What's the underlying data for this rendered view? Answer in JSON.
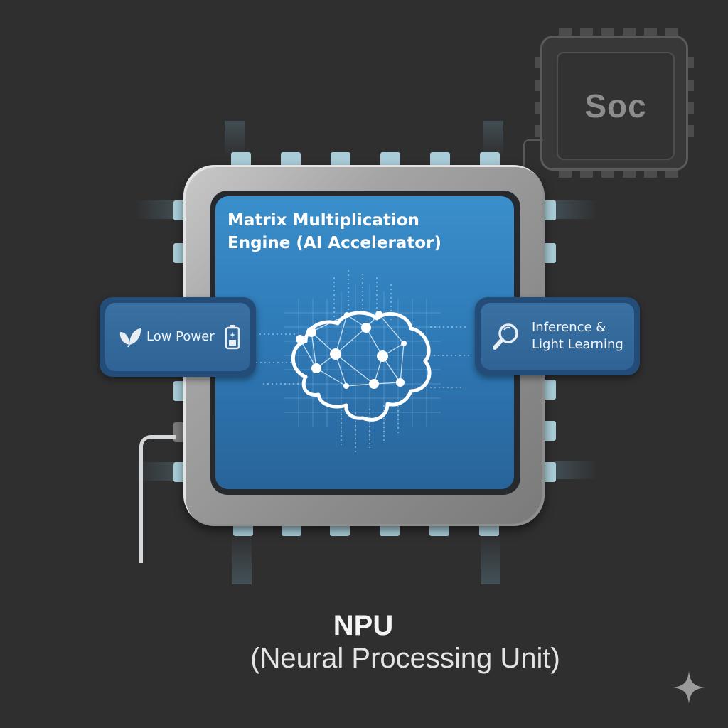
{
  "soc": {
    "label": "Soc"
  },
  "npu_chip": {
    "die_title_line1": "Matrix Multiplication",
    "die_title_line2": "Engine (AI Accelerator)",
    "center_icon": "neural-brain-icon"
  },
  "badges": {
    "left": {
      "label": "Low Power",
      "icons": [
        "leaf-icon",
        "battery-icon"
      ]
    },
    "right": {
      "label_line1": "Inference &",
      "label_line2": "Light Learning",
      "icons": [
        "magnifier-icon"
      ]
    }
  },
  "caption": {
    "title": "NPU",
    "subtitle": "(Neural Processing Unit)"
  },
  "watermark": {
    "icon": "sparkle-icon"
  },
  "colors": {
    "background": "#2f2f30",
    "die_blue": "#2f7bb8",
    "badge_blue": "#2f6396",
    "pin": "#a9cdd8"
  }
}
